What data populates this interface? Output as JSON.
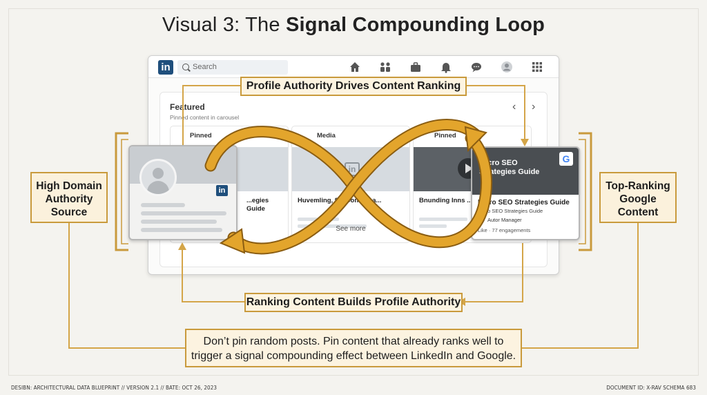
{
  "title": {
    "prefix": "Visual 3: The ",
    "bold": "Signal Compounding Loop"
  },
  "linkedin": {
    "logo": "in",
    "search_placeholder": "Search",
    "nav_icons": [
      "home-icon",
      "network-icon",
      "jobs-icon",
      "notifications-icon",
      "messaging-icon",
      "avatar-icon",
      "apps-grid-icon"
    ],
    "featured_title": "Featured",
    "featured_subtitle": "Pinned content in carousel",
    "cards": [
      {
        "head": "Pinned",
        "title": "Micro SEO Strategies Guide",
        "title_visible": "...egies Guide"
      },
      {
        "head": "Media",
        "title": "Huvemling, 9... Content a...",
        "footer": "See more"
      },
      {
        "head": "Pinned",
        "title": "Bnunding Inns ... Strategies · Welt"
      }
    ],
    "see_more": "See more"
  },
  "profile_card": {
    "badge": "in"
  },
  "google_card": {
    "image_title_line1": "Micro SEO",
    "image_title_line2": "Strategies Guide",
    "logo": "G",
    "title": "Micro SEO Strategies Guide",
    "subtitle": "Micro SEO Strategies Guide",
    "author": "Autor Manager",
    "engagements": "Like · 77 engagements"
  },
  "labels": {
    "left_line1": "High Domain",
    "left_line2": "Authority",
    "left_line3": "Source",
    "right_line1": "Top-Ranking",
    "right_line2": "Google",
    "right_line3": "Content",
    "top_banner": "Profile Authority Drives Content Ranking",
    "bottom_banner": "Ranking Content Builds Profile Authority"
  },
  "note": {
    "line1": "Don’t pin random posts. Pin content that already ranks well to",
    "line2": "trigger a signal compounding effect between LinkedIn and Google."
  },
  "footer": {
    "left": "DESIBN: ARCHITECTURAL DATA BLUEPRINT // VERSION 2.1 // BATE: OCT 26, 2023",
    "right": "DOCUMENT ID: X-RAV SCHEMA 683"
  },
  "colors": {
    "accent": "#e0a12b",
    "accent_border": "#c99a3c",
    "label_fill": "#fbf1dc",
    "linkedin_blue": "#1f4f7c",
    "connector": "#d4a548"
  }
}
